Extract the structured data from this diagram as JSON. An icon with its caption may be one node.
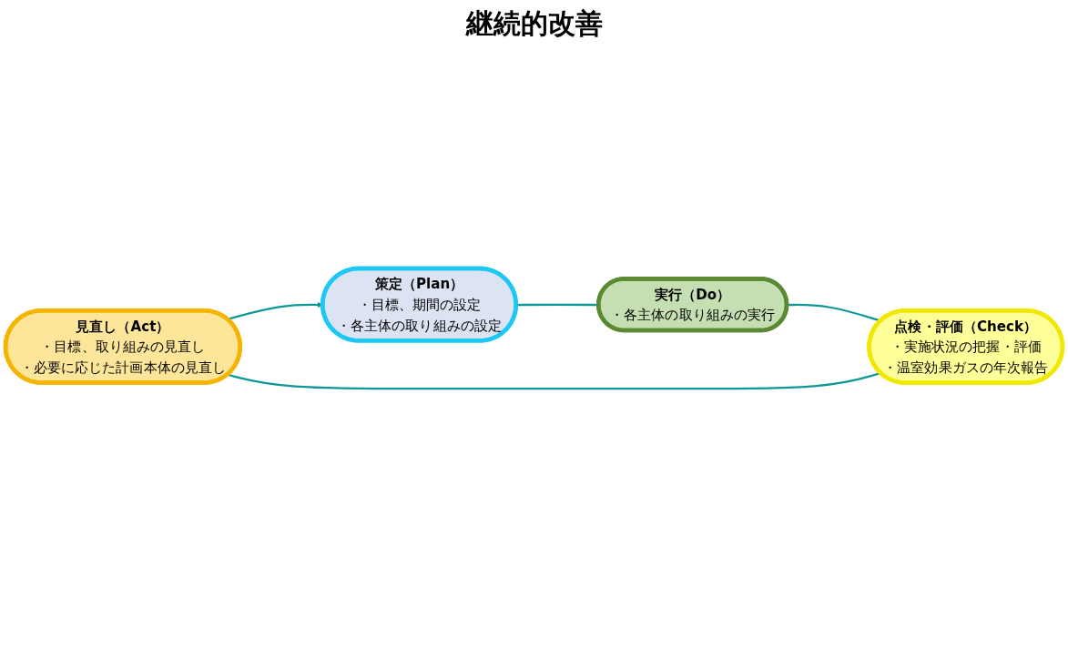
{
  "diagram": {
    "nodes": [
      {
        "text": [
          "見直し（Act）",
          "・目標、取り組みの見直し",
          "・必要に応じた計画本体の見直し"
        ]
      },
      {
        "text": [
          "策定（Plan）",
          "・目標、期間の設定",
          "・各主体の取り組みの設定"
        ]
      },
      {
        "text": [
          "点検・評価（Check）",
          "・実施状況の把握・評価",
          "・温室効果ガスの年次報告"
        ]
      },
      {
        "text": [
          "実行（Do）",
          "・各主体の取り組みの実行"
        ]
      }
    ],
    "edges": [
      {
        "from": 0,
        "to": 1,
        "arrow": "to"
      },
      {
        "from": 1,
        "to": 3,
        "arrow": "none"
      },
      {
        "from": 3,
        "to": 2,
        "arrow": "none"
      },
      {
        "from": 2,
        "to": 0,
        "arrow": "none"
      }
    ],
    "labels": [
      "継続的改善"
    ]
  }
}
